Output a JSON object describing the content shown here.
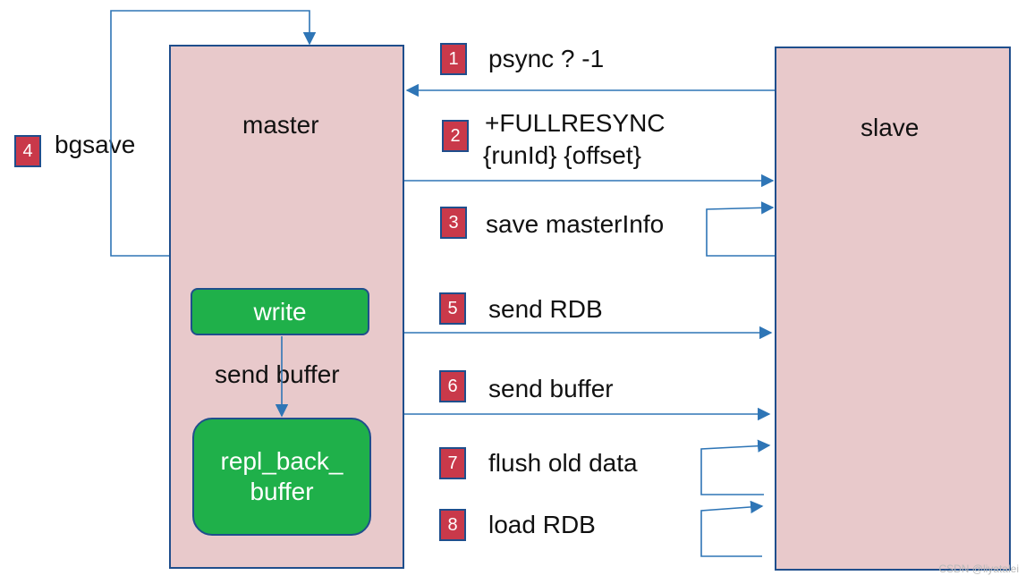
{
  "master": {
    "title": "master"
  },
  "slave": {
    "title": "slave"
  },
  "bgsave": {
    "number": "4",
    "label": "bgsave"
  },
  "inner": {
    "write_label": "write",
    "send_buffer_label": "send buffer",
    "repl_label_line1": "repl_back_",
    "repl_label_line2": "buffer"
  },
  "steps": [
    {
      "number": "1",
      "line1": "psync ? -1"
    },
    {
      "number": "2",
      "line1": "+FULLRESYNC",
      "line2": "{runId} {offset}"
    },
    {
      "number": "3",
      "line1": "save masterInfo"
    },
    {
      "number": "5",
      "line1": "send RDB"
    },
    {
      "number": "6",
      "line1": "send buffer"
    },
    {
      "number": "7",
      "line1": "flush old data"
    },
    {
      "number": "8",
      "line1": "load RDB"
    }
  ],
  "watermark": "CSDN @liyatalei",
  "colors": {
    "box_fill": "#e8c9cb",
    "border": "#1f4e8c",
    "green": "#1fb04a",
    "badge": "#c9394a",
    "arrow": "#2e75b6"
  }
}
